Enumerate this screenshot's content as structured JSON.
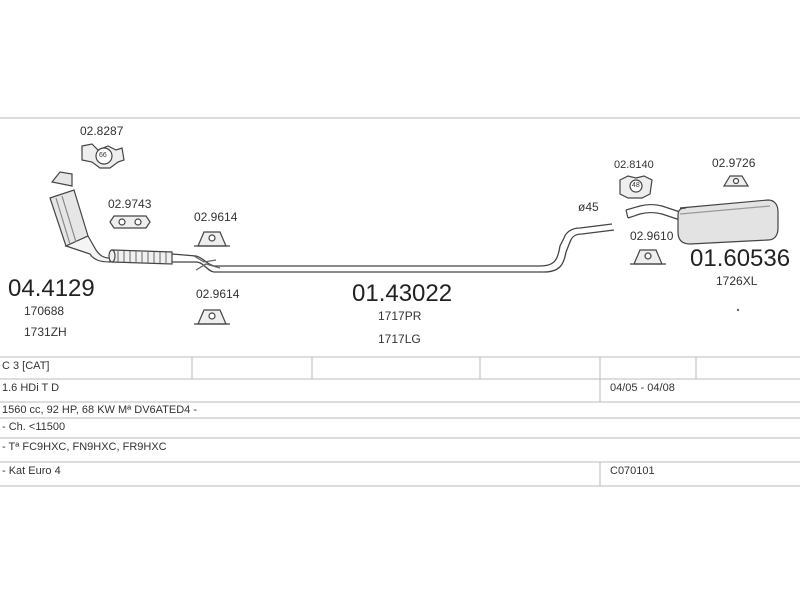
{
  "parts": {
    "cat_clamp_code": "02.8287",
    "cat_clamp_badge": "66",
    "catalyst_code": "04.4129",
    "catalyst_ref1": "170688",
    "catalyst_ref2": "1731ZH",
    "gasket_code": "02.9743",
    "mount_top_code": "02.9614",
    "mount_bottom_code": "02.9614",
    "center_pipe_code": "01.43022",
    "center_pipe_ref1": "1717PR",
    "center_pipe_ref2": "1717LG",
    "diameter_label": "ø45",
    "rear_clamp_code": "02.8140",
    "rear_clamp_badge": "48",
    "rear_mount_top_code": "02.9726",
    "rear_mount_bottom_code": "02.9610",
    "rear_muffler_code": "01.60536",
    "rear_muffler_ref": "1726XL"
  },
  "table": {
    "rows": [
      {
        "c1": "C 3  [CAT]",
        "c2": ""
      },
      {
        "c1": "1.6 HDi T D",
        "c2": "04/05 - 04/08"
      },
      {
        "c1": "1560 cc, 92 HP, 68 KW Mª DV6ATED4 -",
        "c2": ""
      },
      {
        "c1": "- Ch. <11500",
        "c2": ""
      },
      {
        "c1": "- Tª FC9HXC, FN9HXC, FR9HXC",
        "c2": ""
      },
      {
        "c1": "- Kat Euro 4",
        "c2": "C070101"
      }
    ]
  }
}
